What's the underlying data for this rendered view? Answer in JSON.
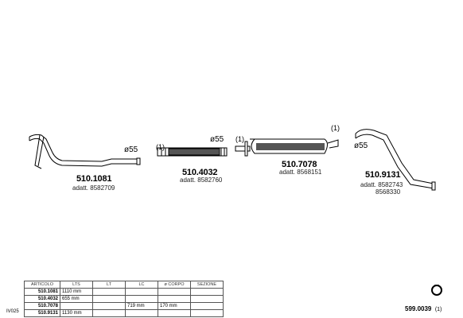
{
  "parts": [
    {
      "code": "510.1081",
      "adatt": [
        "adatt. 8582709"
      ],
      "diameter": "ø55"
    },
    {
      "code": "510.4032",
      "adatt": [
        "adatt. 8582760"
      ],
      "diameter": "ø55",
      "mark": "(1)"
    },
    {
      "code": "510.7078",
      "adatt": [
        "adatt. 8568151"
      ],
      "mark_left": "(1)",
      "mark_right": "(1)"
    },
    {
      "code": "510.9131",
      "adatt": [
        "adatt. 8582743",
        "8568330"
      ],
      "diameter": "ø55"
    }
  ],
  "table": {
    "headers": [
      "ARTICOLO",
      "LTS",
      "LT",
      "LC",
      "ø CORPO",
      "SEZIONE"
    ],
    "rows": [
      [
        "510.1081",
        "1110 mm",
        "",
        "",
        "",
        ""
      ],
      [
        "510.4032",
        "655 mm",
        "",
        "",
        "",
        ""
      ],
      [
        "510.7078",
        "",
        "",
        "719 mm",
        "170 mm",
        ""
      ],
      [
        "510.9131",
        "1130 mm",
        "",
        "",
        "",
        ""
      ]
    ]
  },
  "vehicle_code": "IV025",
  "footer": {
    "code": "599.0039",
    "ref": "(1)"
  }
}
